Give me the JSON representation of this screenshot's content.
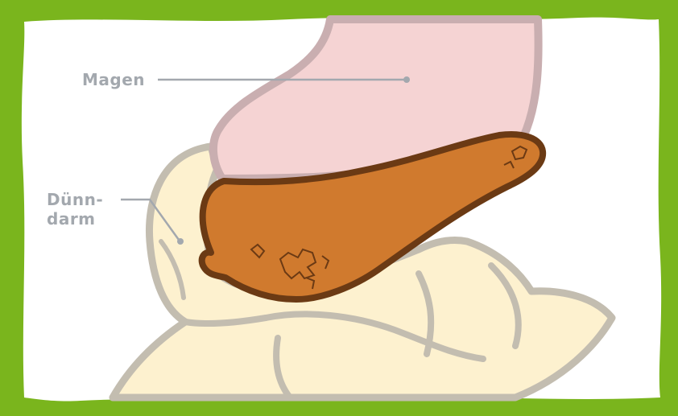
{
  "labels": {
    "stomach": "Magen",
    "small_intestine_line1": "Dünn-",
    "small_intestine_line2": "darm"
  },
  "colors": {
    "frame_green": "#7ab51d",
    "background": "#ffffff",
    "stomach_fill": "#f5d3d3",
    "stomach_outline": "#c9aeb0",
    "organ_fill": "#d07a2e",
    "organ_outline": "#6b3a14",
    "intestine_fill": "#fdf1cf",
    "intestine_outline": "#c3bdb0",
    "label_gray": "#a3a8ae"
  }
}
